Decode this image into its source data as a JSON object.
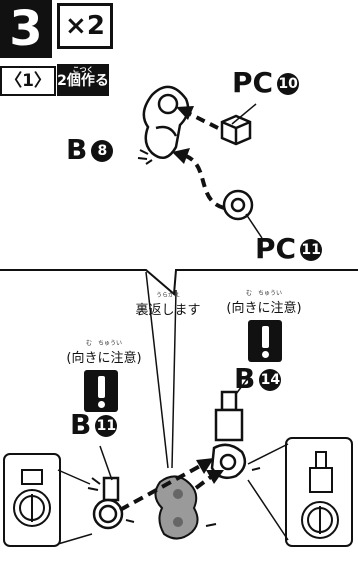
{
  "step": {
    "number": "3",
    "multiplier": "×2",
    "sub_step": "〈1〉",
    "make_count": "2個作る",
    "make_count_ruby": "こつく"
  },
  "parts": {
    "pc10": {
      "letter": "PC",
      "num": "10"
    },
    "pc11": {
      "letter": "PC",
      "num": "11"
    },
    "b8": {
      "letter": "B",
      "num": "8"
    },
    "b11": {
      "letter": "B",
      "num": "11"
    },
    "b14": {
      "letter": "B",
      "num": "14"
    }
  },
  "notes": {
    "turn_over": "裏返します",
    "turn_over_ruby": "うらがえ",
    "caution_left": "(向きに注意)",
    "caution_left_ruby": "む　ちゅうい",
    "caution_right": "(向きに注意)",
    "caution_right_ruby": "む　ちゅうい"
  },
  "colors": {
    "ink": "#111111",
    "paper": "#ffffff",
    "part_gray": "#9a9a9a"
  }
}
